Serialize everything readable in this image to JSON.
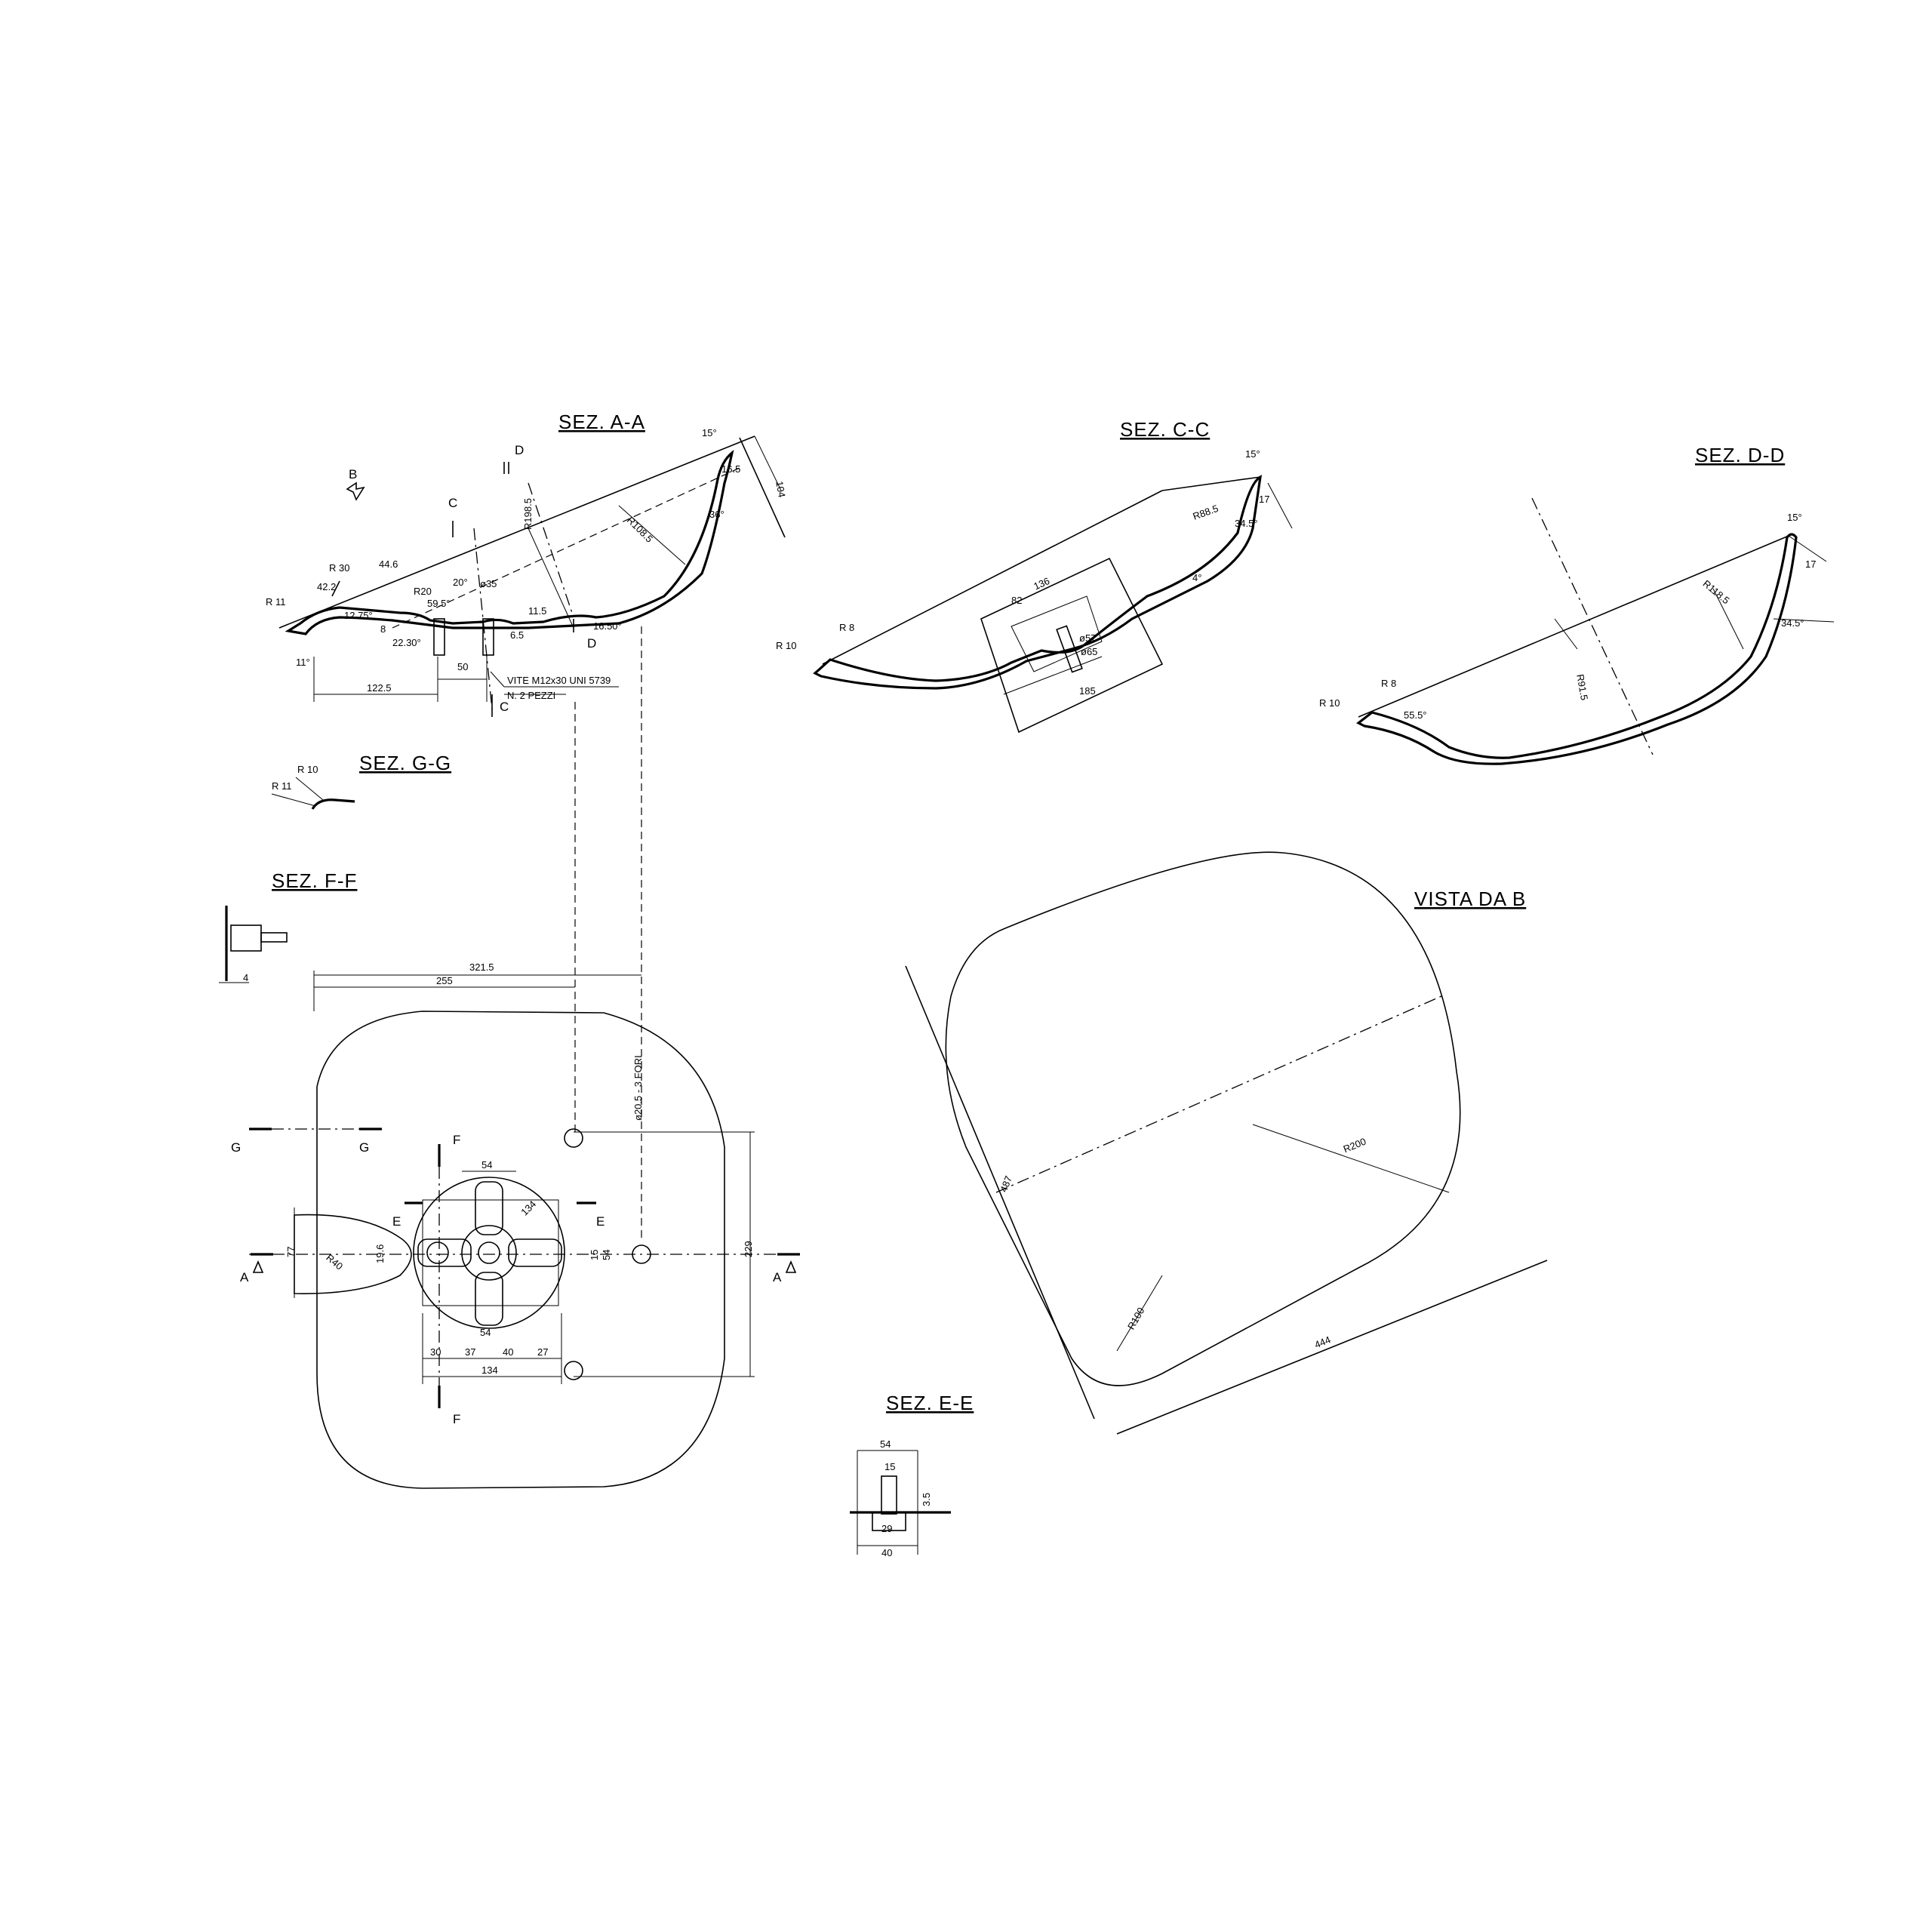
{
  "sections": {
    "aa": {
      "title": "SEZ. A-A"
    },
    "cc": {
      "title": "SEZ. C-C"
    },
    "dd": {
      "title": "SEZ. D-D"
    },
    "gg": {
      "title": "SEZ. G-G"
    },
    "ff": {
      "title": "SEZ. F-F"
    },
    "ee": {
      "title": "SEZ. E-E"
    },
    "view": {
      "title": "VISTA DA B"
    }
  },
  "aa": {
    "r11": "R 11",
    "r30": "R 30",
    "d446": "44.6",
    "d422": "42.2",
    "d1275": "12.75°",
    "r20": "R20",
    "a20": "20°",
    "d595": "59.5°",
    "phi35": "ø35",
    "r1985": "R198.5",
    "r1085": "R108.5",
    "a15": "15°",
    "d165": "16.5",
    "d104": "104",
    "a36": "36°",
    "d2230": "22.30°",
    "d1650": "16.50°",
    "a11": "11°",
    "d65": "6.5",
    "d115": "11.5",
    "d8": "8",
    "d1225": "122.5",
    "d50": "50",
    "note1": "VITE M12x30 UNI 5739",
    "note2": "N. 2 PEZZI",
    "secB": "B",
    "secC": "C",
    "secD": "D"
  },
  "cc": {
    "r10": "R 10",
    "r8": "R 8",
    "d136": "136",
    "d82": "82",
    "phi57": "ø57",
    "phi65": "ø65",
    "d185": "185",
    "r885": "R88.5",
    "a15": "15°",
    "d17": "17",
    "d345": "34.5°",
    "a4": "4°"
  },
  "dd": {
    "r10": "R 10",
    "r8": "R 8",
    "d555": "55.5°",
    "r915": "R91.5",
    "r1185": "R118.5",
    "a15": "15°",
    "d17": "17",
    "d345": "34.5°"
  },
  "gg": {
    "r10": "R 10",
    "r11": "R 11"
  },
  "ff": {
    "d4": "4"
  },
  "plan": {
    "d3215": "321.5",
    "d255": "255",
    "holes": "ø20.5 - 3 FORI",
    "d54top": "54",
    "d134a": "134",
    "d77": "77",
    "r40": "R40",
    "d196": "19.6",
    "d15": "15",
    "d54b": "54",
    "d229": "229",
    "d54c": "54",
    "d30": "30",
    "d37": "37",
    "d40": "40",
    "d27": "27",
    "d134b": "134",
    "secA": "A",
    "secE": "E",
    "secF": "F",
    "secG": "G"
  },
  "view": {
    "r200": "R200",
    "r100": "R100",
    "d444": "444",
    "d487": "487"
  },
  "ee": {
    "d54": "54",
    "d15": "15",
    "d29": "29",
    "d40": "40",
    "d35": "3.5"
  }
}
